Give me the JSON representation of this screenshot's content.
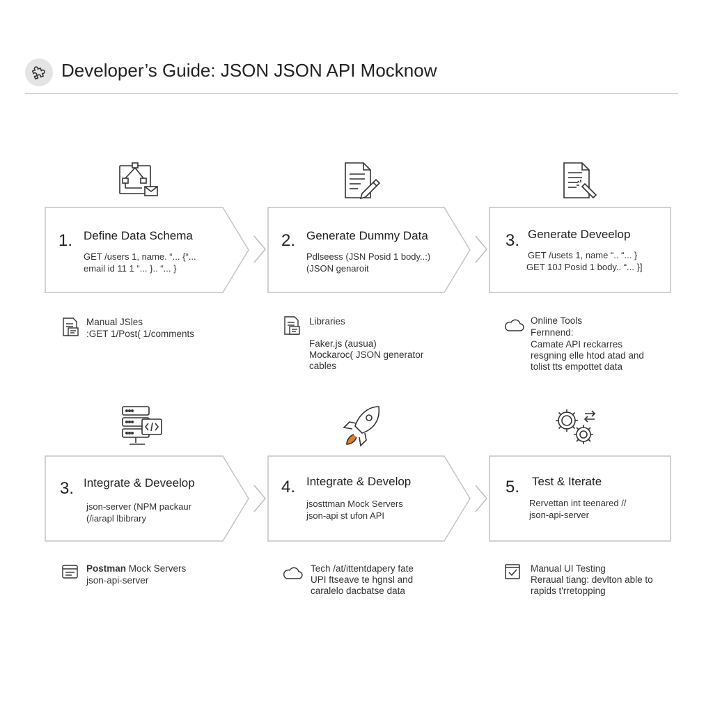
{
  "header": {
    "title": "Developer’s Guide: JSON JSON API Mocknow",
    "logo_icon": "puzzle-icon"
  },
  "steps": [
    {
      "icon": "schema-flow-icon",
      "number": "1.",
      "title": "Define Data Schema",
      "lines": [
        "GET /users 1, name. “... {“...",
        "email id 11 1  “... }.. “... }"
      ],
      "source_icon": "document-icon",
      "source_lines": [
        "Manual JSles",
        ":GET 1/Post( 1/comments"
      ]
    },
    {
      "icon": "document-pen-icon",
      "number": "2.",
      "title": "Generate Dummy Data",
      "lines": [
        "Pdlseess (JSN Posid  1 body..:)",
        "(JSON genaroit"
      ],
      "source_icon": "document-icon",
      "source_lines": [
        "Libraries",
        "",
        "Faker.js (ausua)",
        "Mockaroc( JSON generator",
        "cables"
      ]
    },
    {
      "icon": "document-magic-icon",
      "number": "3.",
      "title": "Generate Deveelop",
      "lines": [
        "GET /usets 1, name “.. “... }",
        "GET 10J  Posid 1 body.. “... }]"
      ],
      "source_icon": "cloud-icon",
      "source_lines": [
        "Online Tools",
        "Fernnend:",
        "Camate API reckarres",
        "resgning elle htod atad and",
        "tolist tts empottet data"
      ]
    },
    {
      "icon": "server-code-icon",
      "number": "3.",
      "title": "Integrate & Deveelop",
      "lines": [
        "json-server (NPM packaur",
        "(/iarapl lbibrary"
      ],
      "source_icon": "window-icon",
      "source_lines": [
        "Postman Mock Servers",
        "json-api-server"
      ],
      "source_bold_word": "Postman"
    },
    {
      "icon": "rocket-icon",
      "number": "4.",
      "title": "Integrate & Develop",
      "lines": [
        "jsosttman Mock Servers",
        "json-api st ufon API"
      ],
      "source_icon": "cloud-icon",
      "source_lines": [
        "Tech /at/ittentdapery fate",
        "UPI ftseave te hgnsl and",
        "caralelo dacbatse data"
      ]
    },
    {
      "icon": "gears-icon",
      "number": "5.",
      "title": "Test & Iterate",
      "lines": [
        "Rervettan int  teenared //",
        "json-api-server"
      ],
      "source_icon": "checkbox-icon",
      "source_lines": [
        "Manual UI Testing",
        "Reraual tiang: devlton able to",
        "rapids t'rretopping"
      ]
    }
  ],
  "colors": {
    "border": "#c4c4c4",
    "text": "#222222",
    "icon": "#333333",
    "accent_orange": "#e07b2a"
  }
}
